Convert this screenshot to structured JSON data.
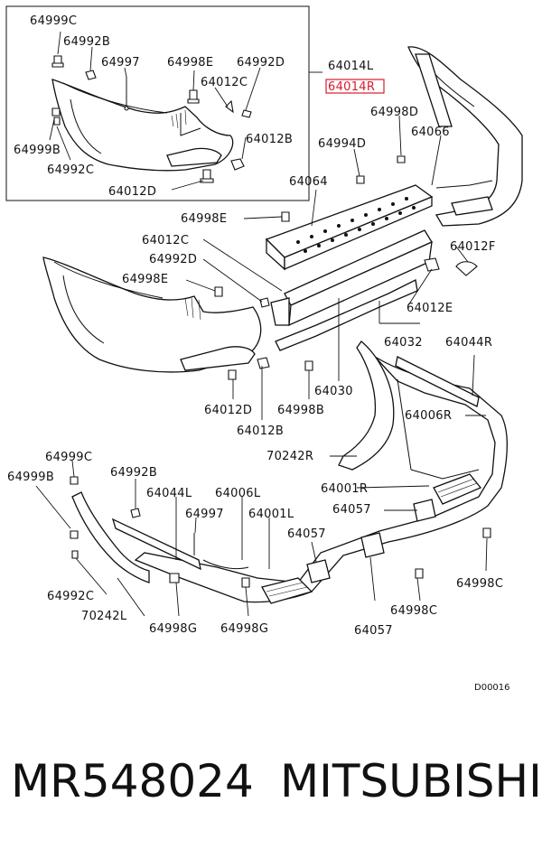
{
  "diagram": {
    "code": "D00016",
    "highlight_color": "#d81b2c",
    "labels": [
      "64999C",
      "64992B",
      "64997",
      "64998E",
      "64992D",
      "64014L",
      "64014R",
      "64012C",
      "64999B",
      "64992C",
      "64012B",
      "64012D",
      "64998D",
      "64066",
      "64994D",
      "64064",
      "64998E",
      "64012F",
      "64012C",
      "64992D",
      "64998E",
      "64012E",
      "64032",
      "64044R",
      "64030",
      "64012D",
      "64012B",
      "64998B",
      "64006R",
      "70242R",
      "64001R",
      "64057",
      "64999C",
      "64999B",
      "64992B",
      "64044L",
      "64006L",
      "64997",
      "64001L",
      "64057",
      "64992C",
      "70242L",
      "64998G",
      "64998G",
      "64998C",
      "64998C",
      "64057"
    ],
    "highlighted_label": "64014R"
  },
  "footer": {
    "part_number": "MR548024",
    "brand": "MITSUBISHI"
  }
}
